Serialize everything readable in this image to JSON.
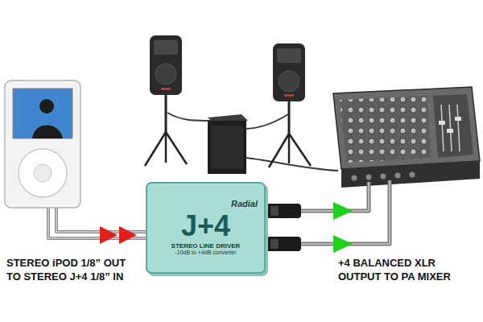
{
  "diagram": {
    "nodes": [
      {
        "text": [
          "Radial",
          "J+4",
          "STEREO LINE DRIVER",
          "-10dB to +4dB converter"
        ]
      }
    ],
    "labels": [
      "STEREO iPOD 1/8” OUT TO STEREO J+4 1/8” IN",
      "+4 BALANCED XLR OUTPUT TO PA MIXER"
    ]
  }
}
